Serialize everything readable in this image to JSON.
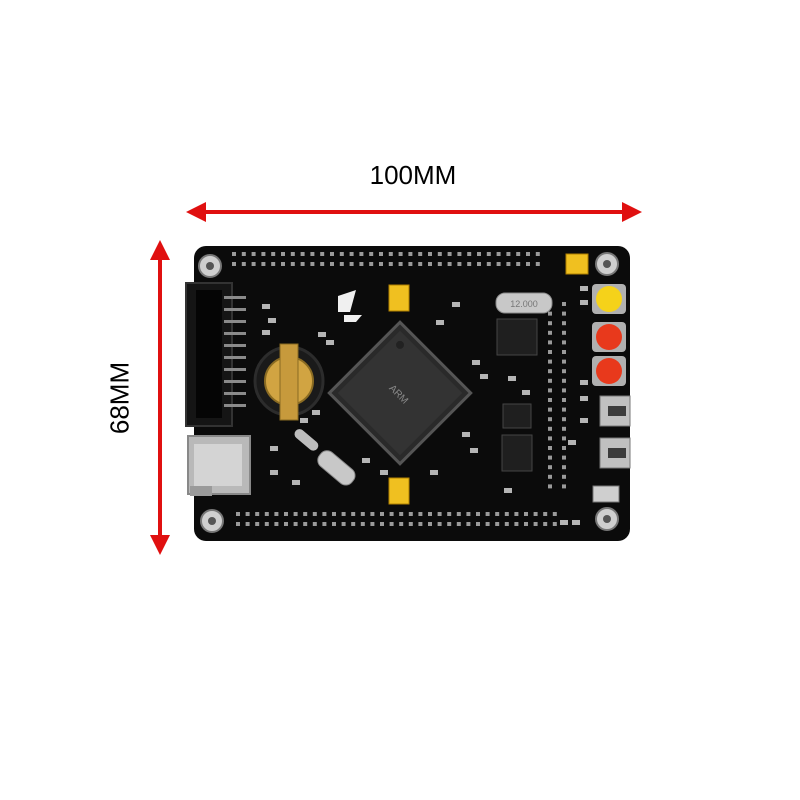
{
  "dimensions": {
    "width": "100MM",
    "height": "68MM",
    "arrow_color": "#e01010"
  },
  "board": {
    "color": "#0b0b0b",
    "pin_color": "#9a9a9a",
    "button_colors": [
      "#f5d21a",
      "#e8391c",
      "#e8391c"
    ],
    "crystal_label": "12.000"
  }
}
